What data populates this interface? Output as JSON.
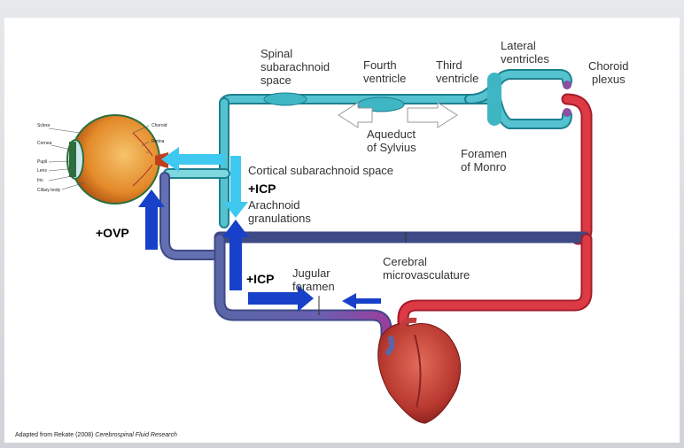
{
  "labels": {
    "spinal": [
      "Spinal",
      "subarachnoid",
      "space"
    ],
    "fourth": [
      "Fourth",
      "ventricle"
    ],
    "third": [
      "Third",
      "ventricle"
    ],
    "lateral": [
      "Lateral",
      "ventricles"
    ],
    "choroid": [
      "Choroid",
      "plexus"
    ],
    "aqueduct": [
      "Aqueduct",
      "of Sylvius"
    ],
    "monro": [
      "Foramen",
      "of Monro"
    ],
    "cortical": "Cortical subarachnoid space",
    "arachnoid": [
      "Arachnoid",
      "granulations"
    ],
    "cerebral": [
      "Cerebral",
      "microvasculature"
    ],
    "jugular": [
      "Jugular",
      "foramen"
    ]
  },
  "pressure_labels": {
    "icp_top": "+ICP",
    "ovp": "+OVP",
    "icp_bottom": "+ICP"
  },
  "eye_labels": {
    "sclera": "Sclera",
    "cornea": "Cornea",
    "pupil": "Pupil",
    "lens": "Lens",
    "iris": "Iris",
    "ciliary": "Ciliary body",
    "choroid": "Choroid",
    "retina": "Retina"
  },
  "citation": {
    "prefix": "Adapted from Rekate (2008) ",
    "journal": "Cerebrospinal Fluid Research"
  },
  "colors": {
    "csf": "#3fb6c4",
    "venous": "#5b6aa8",
    "arterial": "#d6313c",
    "transition": "#8a3fa0",
    "arrow_dark": "#1741c8",
    "arrow_light": "#3fc8f0"
  }
}
